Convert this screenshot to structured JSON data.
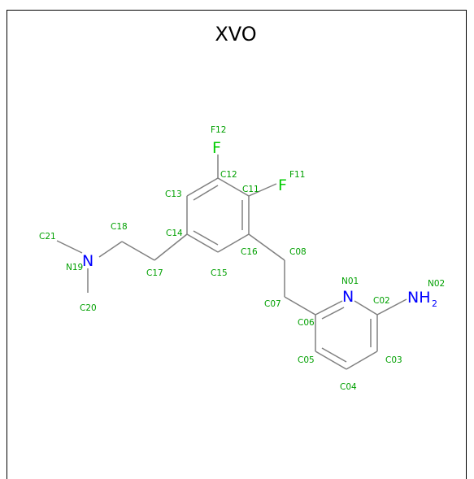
{
  "title": "XVO",
  "atom_labels": {
    "F12": "F12",
    "C12": "C12",
    "C13": "C13",
    "C11": "C11",
    "F11": "F11",
    "C14": "C14",
    "C18": "C18",
    "C21": "C21",
    "N19": "N19",
    "C17": "C17",
    "C15": "C15",
    "C16": "C16",
    "C08": "C08",
    "C20": "C20",
    "N01": "N01",
    "N02": "N02",
    "C07": "C07",
    "C02": "C02",
    "C06": "C06",
    "C05": "C05",
    "C03": "C03",
    "C04": "C04"
  },
  "element_symbols": {
    "F12": "F",
    "F11": "F",
    "N19": "N",
    "N01": "N",
    "N02": "NH",
    "N02_subscript": "2"
  },
  "colors": {
    "bond": "#808080",
    "atom_label": "#00a000",
    "nitrogen": "#0000ff",
    "fluorine": "#00cc00",
    "title": "#000000",
    "border": "#000000"
  }
}
